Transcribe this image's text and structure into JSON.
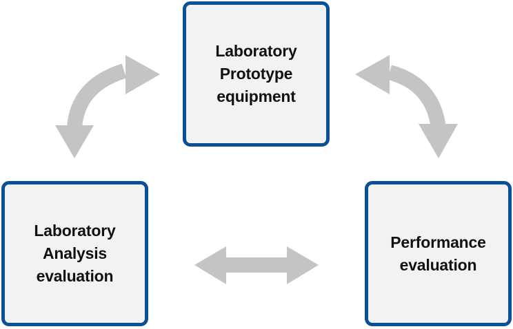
{
  "diagram": {
    "nodes": {
      "top": {
        "label_lines": [
          "Laboratory",
          "Prototype",
          "equipment"
        ]
      },
      "left": {
        "label_lines": [
          "Laboratory",
          "Analysis",
          "evaluation"
        ]
      },
      "right": {
        "label_lines": [
          "Performance",
          "evaluation"
        ]
      }
    },
    "edges": [
      {
        "from": "left",
        "to": "top",
        "direction": "bidirectional"
      },
      {
        "from": "top",
        "to": "right",
        "direction": "bidirectional"
      },
      {
        "from": "left",
        "to": "right",
        "direction": "bidirectional"
      }
    ],
    "colors": {
      "box_border": "#0b4f96",
      "box_fill": "#f2f2f2",
      "arrow": "#c4c4c4",
      "text": "#111111"
    }
  }
}
